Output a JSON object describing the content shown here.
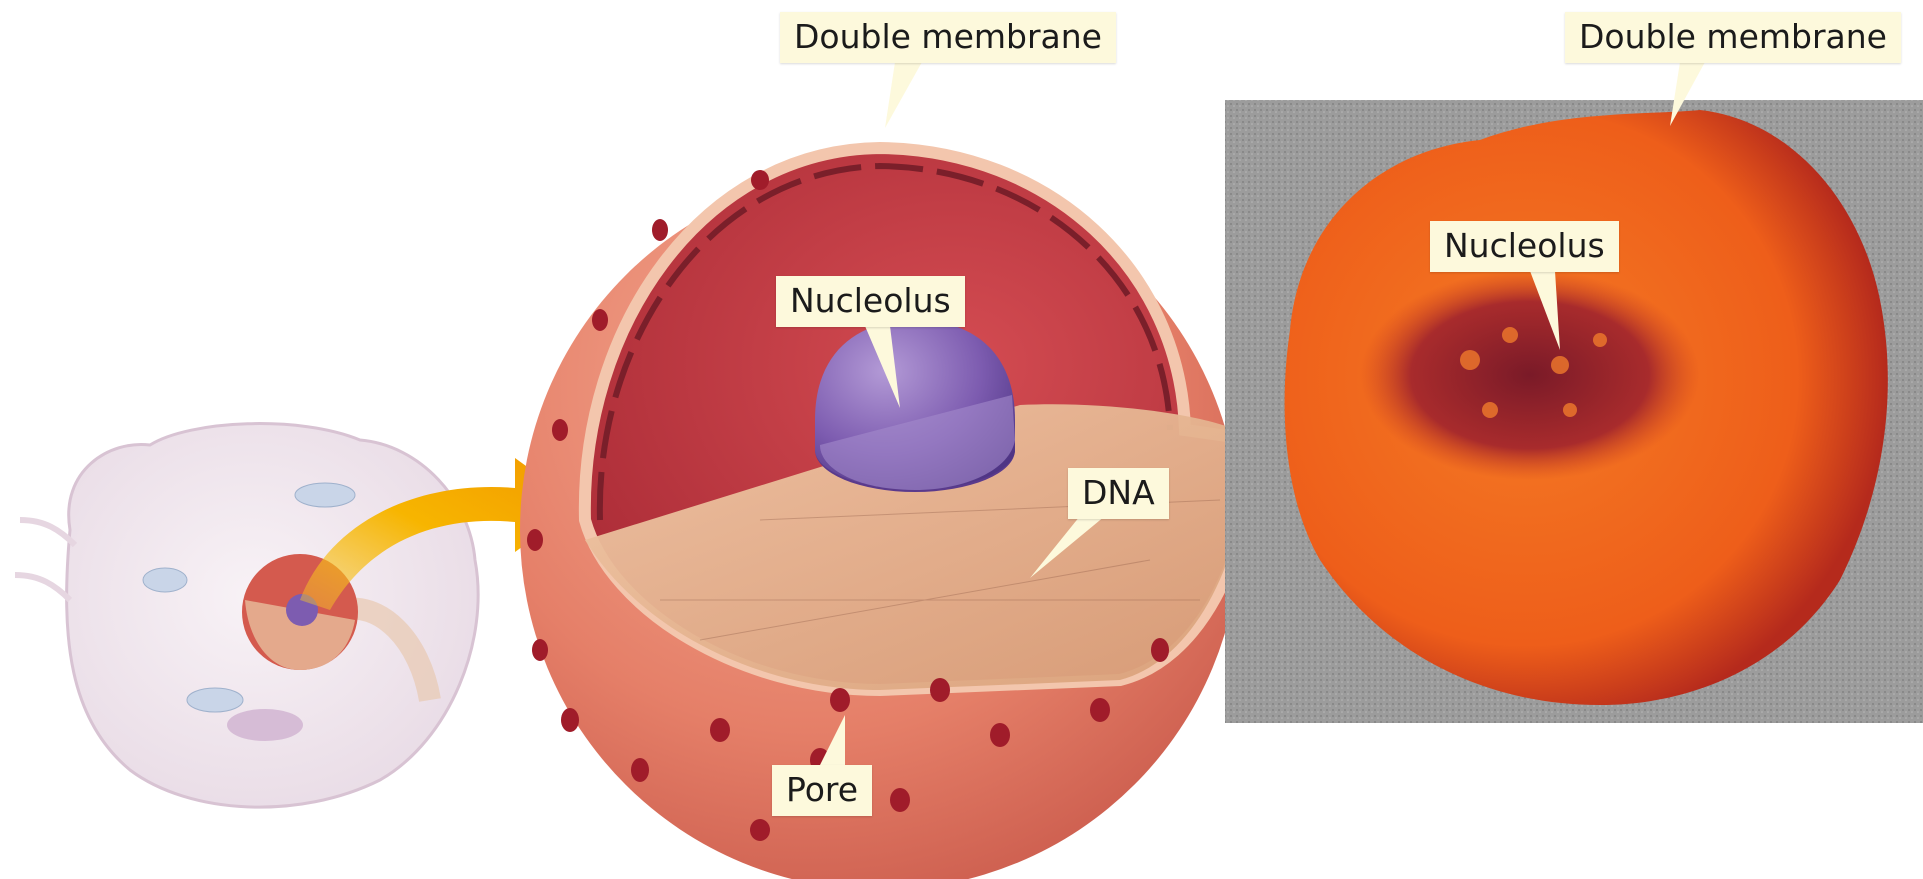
{
  "labels": {
    "double_membrane_left": "Double membrane",
    "nucleolus_center": "Nucleolus",
    "dna": "DNA",
    "pore": "Pore",
    "double_membrane_right": "Double membrane",
    "nucleolus_micrograph": "Nucleolus"
  },
  "colors": {
    "label_background": "#fdf9dc",
    "nuclear_envelope": "#e8846e",
    "nucleoplasm": "#c93a3e",
    "nucleolus": "#7d5cb0",
    "arrow": "#f4b400",
    "micrograph_background": "#9a9a9a",
    "micrograph_nucleus": "#f06a1c"
  }
}
